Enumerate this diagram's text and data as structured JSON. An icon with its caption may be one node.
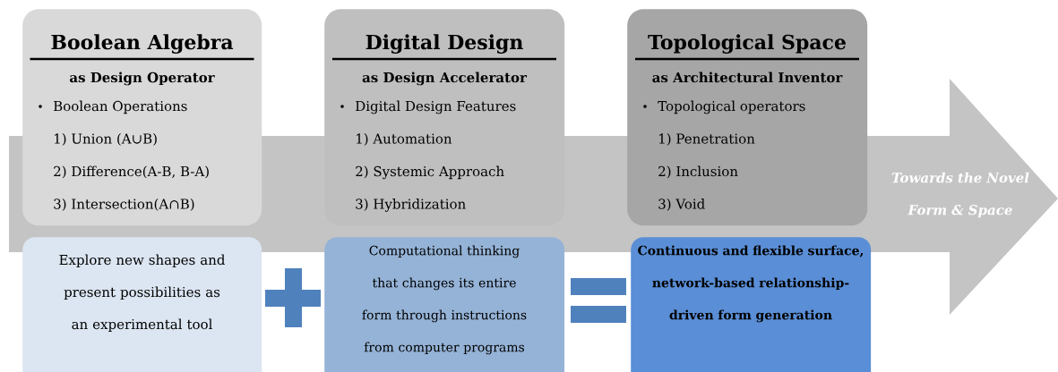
{
  "diagram": {
    "nodes": [
      {
        "text": [
          "Boolean Algebra",
          "as Design Operator",
          "Boolean Operations",
          "1) Union (A∪B)",
          "2) Difference(A-B, B-A)",
          "3) Intersection(A∩B)"
        ]
      },
      {
        "text": [
          "Digital Design",
          "as Design Accelerator",
          "Digital Design Features",
          "1) Automation",
          "2) Systemic Approach",
          "3) Hybridization"
        ]
      },
      {
        "text": [
          "Topological Space",
          "as Architectural Inventor",
          "Topological operators",
          "1) Penetration",
          "2) Inclusion",
          "3) Void"
        ]
      },
      {
        "text": [
          "Towards the Novel Form & Space"
        ]
      },
      {
        "text": [
          "Explore new shapes and present possibilities as an experimental tool"
        ]
      },
      {
        "text": [
          "Computational thinking that changes its entire form through instructions from computer programs"
        ]
      },
      {
        "text": [
          "Continuous and flexible surface, network-based relationship-driven form generation"
        ]
      }
    ],
    "edges": []
  }
}
